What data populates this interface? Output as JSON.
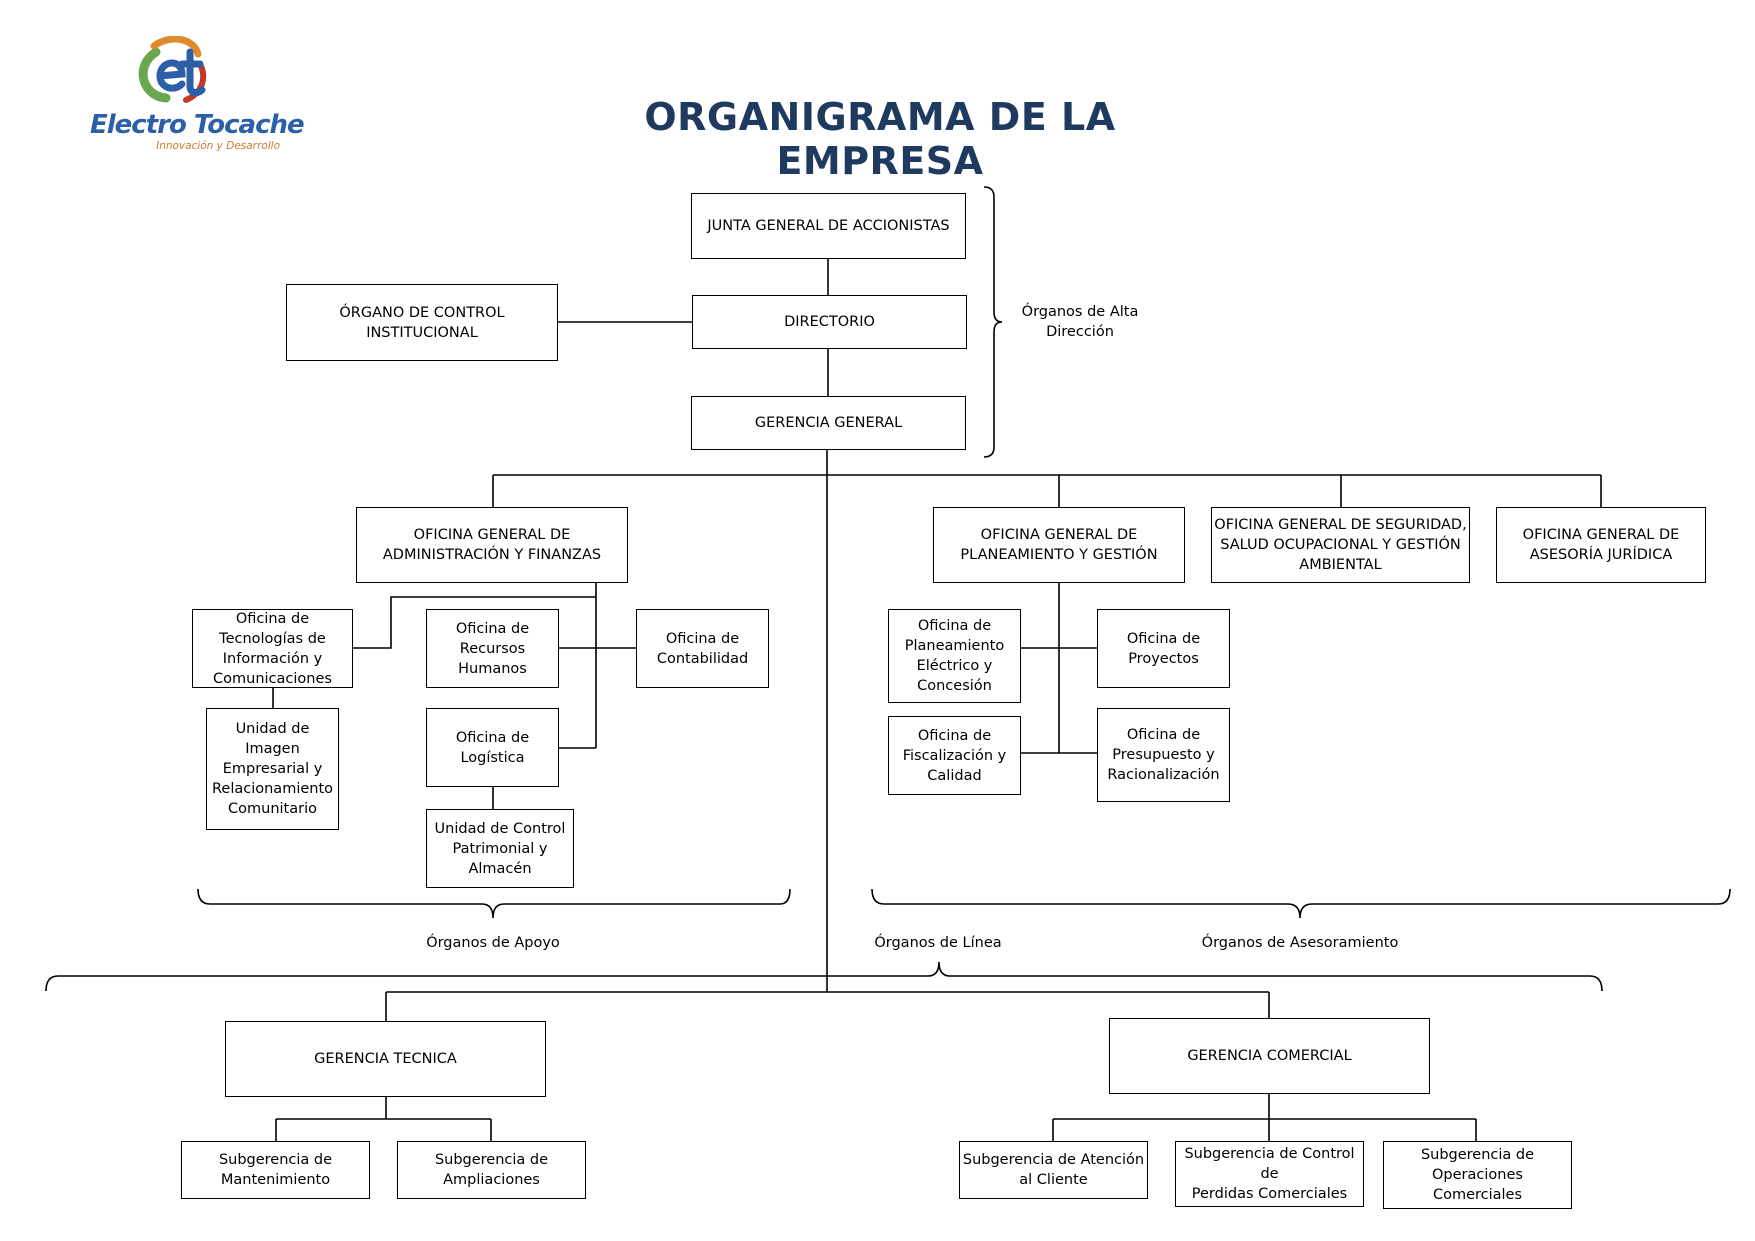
{
  "title": "ORGANIGRAMA DE LA EMPRESA",
  "logo": {
    "name": "Electro Tocache",
    "tagline": "Innovación y Desarrollo",
    "mark": "et-logo-icon",
    "colors": {
      "blue": "#2d5fa8",
      "green": "#6aa84f",
      "orange": "#e08a2e",
      "red": "#c0392b"
    }
  },
  "colors": {
    "title": "#1f3a5f"
  },
  "nodes": {
    "junta": "JUNTA GENERAL DE ACCIONISTAS",
    "directorio": "DIRECTORIO",
    "control_institucional": "ÓRGANO DE CONTROL\nINSTITUCIONAL",
    "gerencia_general": "GERENCIA GENERAL",
    "admin_finanzas": "OFICINA GENERAL DE\nADMINISTRACIÓN Y FINANZAS",
    "planeamiento_gestion": "OFICINA GENERAL DE\nPLANEAMIENTO Y GESTIÓN",
    "seguridad": "OFICINA GENERAL DE SEGURIDAD,\nSALUD OCUPACIONAL Y GESTIÓN\nAMBIENTAL",
    "asesoria_juridica": "OFICINA GENERAL DE\nASESORÍA JURÍDICA",
    "tecnologias": "Oficina de\nTecnologías de\nInformación y\nComunicaciones",
    "recursos_humanos": "Oficina de\nRecursos\nHumanos",
    "contabilidad": "Oficina de\nContabilidad",
    "imagen": "Unidad de\nImagen\nEmpresarial y\nRelacionamiento\nComunitario",
    "logistica": "Oficina de\nLogística",
    "control_patrimonial": "Unidad de Control\nPatrimonial y\nAlmacén",
    "planeamiento_electrico": "Oficina de\nPlaneamiento\nEléctrico y\nConcesión",
    "proyectos": "Oficina de\nProyectos",
    "fiscalizacion": "Oficina de\nFiscalización y\nCalidad",
    "presupuesto": "Oficina de\nPresupuesto y\nRacionalización",
    "gerencia_tecnica": "GERENCIA TECNICA",
    "gerencia_comercial": "GERENCIA COMERCIAL",
    "sub_mantenimiento": "Subgerencia de\nMantenimiento",
    "sub_ampliaciones": "Subgerencia de\nAmpliaciones",
    "sub_atencion": "Subgerencia de Atención\nal Cliente",
    "sub_perdidas": "Subgerencia de Control de\nPerdidas Comerciales",
    "sub_operaciones": "Subgerencia de\nOperaciones\nComerciales"
  },
  "labels": {
    "alta_direccion": "Órganos de Alta\nDirección",
    "apoyo": "Órganos de Apoyo",
    "linea": "Órganos de Línea",
    "asesoramiento": "Órganos de Asesoramiento"
  }
}
